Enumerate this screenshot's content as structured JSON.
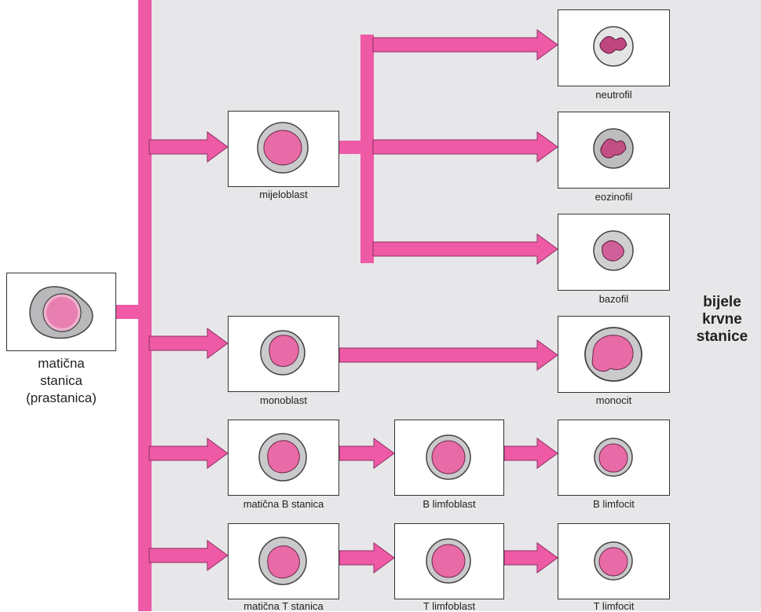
{
  "colors": {
    "arrow": "#ee5aa6",
    "arrow_stroke": "#8f2f63",
    "panel_bg": "#e7e7e9",
    "nucleus": "#e86aa6",
    "cytoplasm": "#c9c9cb"
  },
  "stem": {
    "line1": "matična",
    "line2": "stanica",
    "line3": "(prastanica)"
  },
  "group_label": {
    "line1": "bijele",
    "line2": "krvne",
    "line3": "stanice"
  },
  "cells": {
    "mijeloblast": "mijeloblast",
    "neutrofil": "neutrofil",
    "eozinofil": "eozinofil",
    "bazofil": "bazofil",
    "monoblast": "monoblast",
    "monocit": "monocit",
    "maticna_b": "matična B stanica",
    "b_limfoblast": "B limfoblast",
    "b_limfocit": "B limfocit",
    "maticna_t": "matična T stanica",
    "t_limfoblast": "T limfoblast",
    "t_limfocit": "T limfocit"
  }
}
